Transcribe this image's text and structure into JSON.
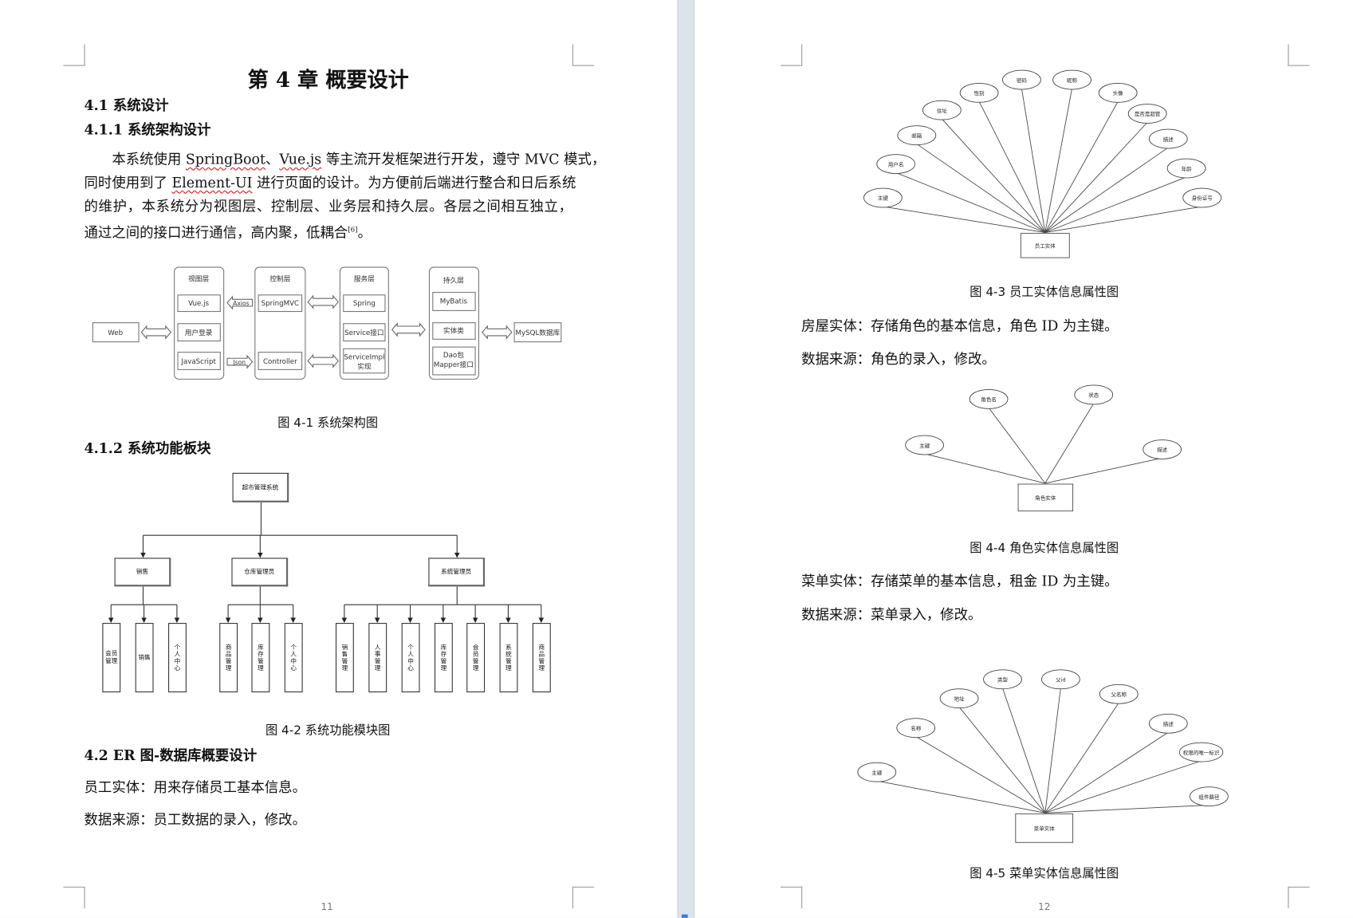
{
  "page1": {
    "chapter_title": "第 4 章  概要设计",
    "h_4_1": "4.1 系统设计",
    "h_4_1_1": "4.1.1 系统架构设计",
    "paragraph": {
      "l1_a": "本系统使用 ",
      "l1_b": "SpringBoot",
      "l1_c": "、",
      "l1_d": "Vue.js",
      "l1_e": " 等主流开发框架进行开发，遵守 MVC 模式，",
      "l2_a": "同时使用到了 ",
      "l2_b": "Element-UI",
      "l2_c": " 进行页面的设计。为方便前后端进行整合和日后系统",
      "l3": "的维护，本系统分为视图层、控制层、业务层和持久层。各层之间相互独立，",
      "l4": "通过之间的接口进行通信，高内聚，低耦合",
      "l4_ref": "[6]",
      "l4_end": "。"
    },
    "arch_diagram": {
      "web": "Web",
      "view_layer": {
        "title": "视图层",
        "items": [
          "Vue.js",
          "用户登录",
          "JavaScript"
        ]
      },
      "axios": "Axios",
      "json": "Json",
      "control_layer": {
        "title": "控制层",
        "items": [
          "SpringMVC",
          "Controller"
        ]
      },
      "service_layer": {
        "title": "服务层",
        "items": [
          "Spring",
          "Service接口",
          "ServiceImpl",
          "实现"
        ]
      },
      "persist_layer": {
        "title": "持久层",
        "items": [
          "MyBatis",
          "实体类",
          "Dao包",
          "Mapper接口"
        ]
      },
      "db": "MySQL数据库"
    },
    "caption_4_1": "图 4-1  系统架构图",
    "h_4_1_2": "4.1.2 系统功能板块",
    "org_chart": {
      "root": "超市管理系统",
      "level2": [
        "销售",
        "仓库管理员",
        "系统管理员"
      ],
      "leaves": [
        "会员管理",
        "销售",
        "个人中心",
        "商品管理",
        "库存管理",
        "个人中心",
        "销售管理",
        "人事管理",
        "个人中心",
        "库存管理",
        "会员管理",
        "系统管理",
        "商品管理"
      ]
    },
    "caption_4_2": "图 4-2  系统功能模块图",
    "h_4_2": "4.2 ER 图-数据库概要设计",
    "employee_desc": "员工实体：用来存储员工基本信息。",
    "employee_source": "数据来源：员工数据的录入，修改。",
    "page_number": "11"
  },
  "page2": {
    "er_employee": {
      "entity": "员工实体",
      "attributes": [
        "主键",
        "用户名",
        "邮箱",
        "住址",
        "性别",
        "密码",
        "昵称",
        "头像",
        "是否是超管",
        "描述",
        "年龄",
        "身份证号"
      ]
    },
    "caption_4_3": "图 4-3  员工实体信息属性图",
    "role_desc": "房屋实体：存储角色的基本信息，角色 ID 为主键。",
    "role_source": "数据来源：角色的录入，修改。",
    "er_role": {
      "entity": "角色实体",
      "attributes": [
        "主键",
        "角色名",
        "状态",
        "描述"
      ]
    },
    "caption_4_4": "图 4-4  角色实体信息属性图",
    "menu_desc": "菜单实体：存储菜单的基本信息，租金 ID 为主键。",
    "menu_source": "数据来源：菜单录入，修改。",
    "er_menu": {
      "entity": "菜单实体",
      "attributes": [
        "主键",
        "名称",
        "地址",
        "类型",
        "父id",
        "父名称",
        "描述",
        "权限的唯一标识",
        "组件路径"
      ]
    },
    "caption_4_5": "图 4-5  菜单实体信息属性图",
    "page_number": "12"
  }
}
